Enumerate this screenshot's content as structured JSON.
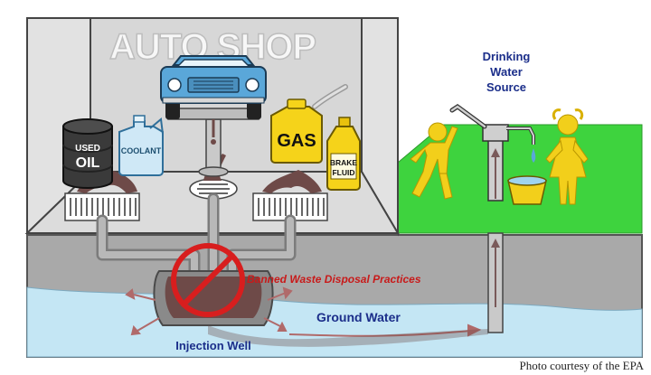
{
  "labels": {
    "shop_sign": "AUTO SHOP",
    "drinking_water_line1": "Drinking",
    "drinking_water_line2": "Water",
    "drinking_water_line3": "Source",
    "banned_practices": "Banned Waste Disposal Practices",
    "ground_water": "Ground Water",
    "injection_well": "Injection Well"
  },
  "containers": {
    "used_oil_line1": "USED",
    "used_oil_line2": "OIL",
    "coolant": "COOLANT",
    "gas": "GAS",
    "brake_fluid_line1": "BRAKE",
    "brake_fluid_line2": "FLUID"
  },
  "caption": "Photo courtesy of the EPA",
  "icons": [
    "car-icon",
    "oil-drum-icon",
    "coolant-jug-icon",
    "gas-can-icon",
    "brake-fluid-bottle-icon",
    "floor-drain-icon",
    "hand-pump-icon",
    "person-icon",
    "water-bucket-icon",
    "prohibited-sign-icon"
  ],
  "colors": {
    "grass": "#3ed33e",
    "water": "#bfe3f2",
    "ground": "#a8a8a8",
    "waste_flow": "#6e4a48",
    "prohibited": "#d81e1e",
    "people": "#f2cf1b"
  }
}
